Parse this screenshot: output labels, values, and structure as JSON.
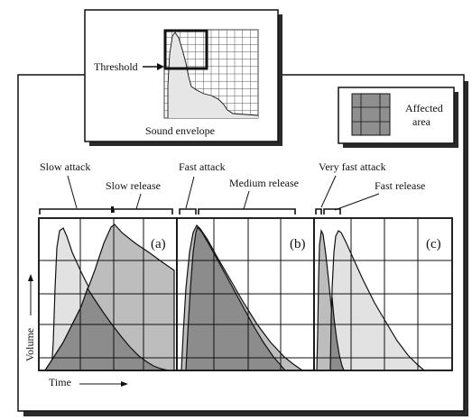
{
  "inset": {
    "threshold_label": "Threshold",
    "caption": "Sound envelope"
  },
  "legend": {
    "label_line1": "Affected",
    "label_line2": "area"
  },
  "annotations": {
    "slow_attack": "Slow attack",
    "slow_release": "Slow release",
    "fast_attack": "Fast attack",
    "medium_release": "Medium release",
    "very_fast_attack": "Very fast attack",
    "fast_release": "Fast release"
  },
  "panels": [
    {
      "id": "a",
      "label": "(a)"
    },
    {
      "id": "b",
      "label": "(b)"
    },
    {
      "id": "c",
      "label": "(c)"
    }
  ],
  "axes": {
    "ylabel": "Volume",
    "xlabel": "Time"
  },
  "colors": {
    "outline": "#111111",
    "light_fill": "#e4e4e4",
    "mid_fill": "#bdbdbd",
    "dark_fill": "#8a8a8a",
    "shadow": "#2a2a2a",
    "grid": "#111111"
  }
}
